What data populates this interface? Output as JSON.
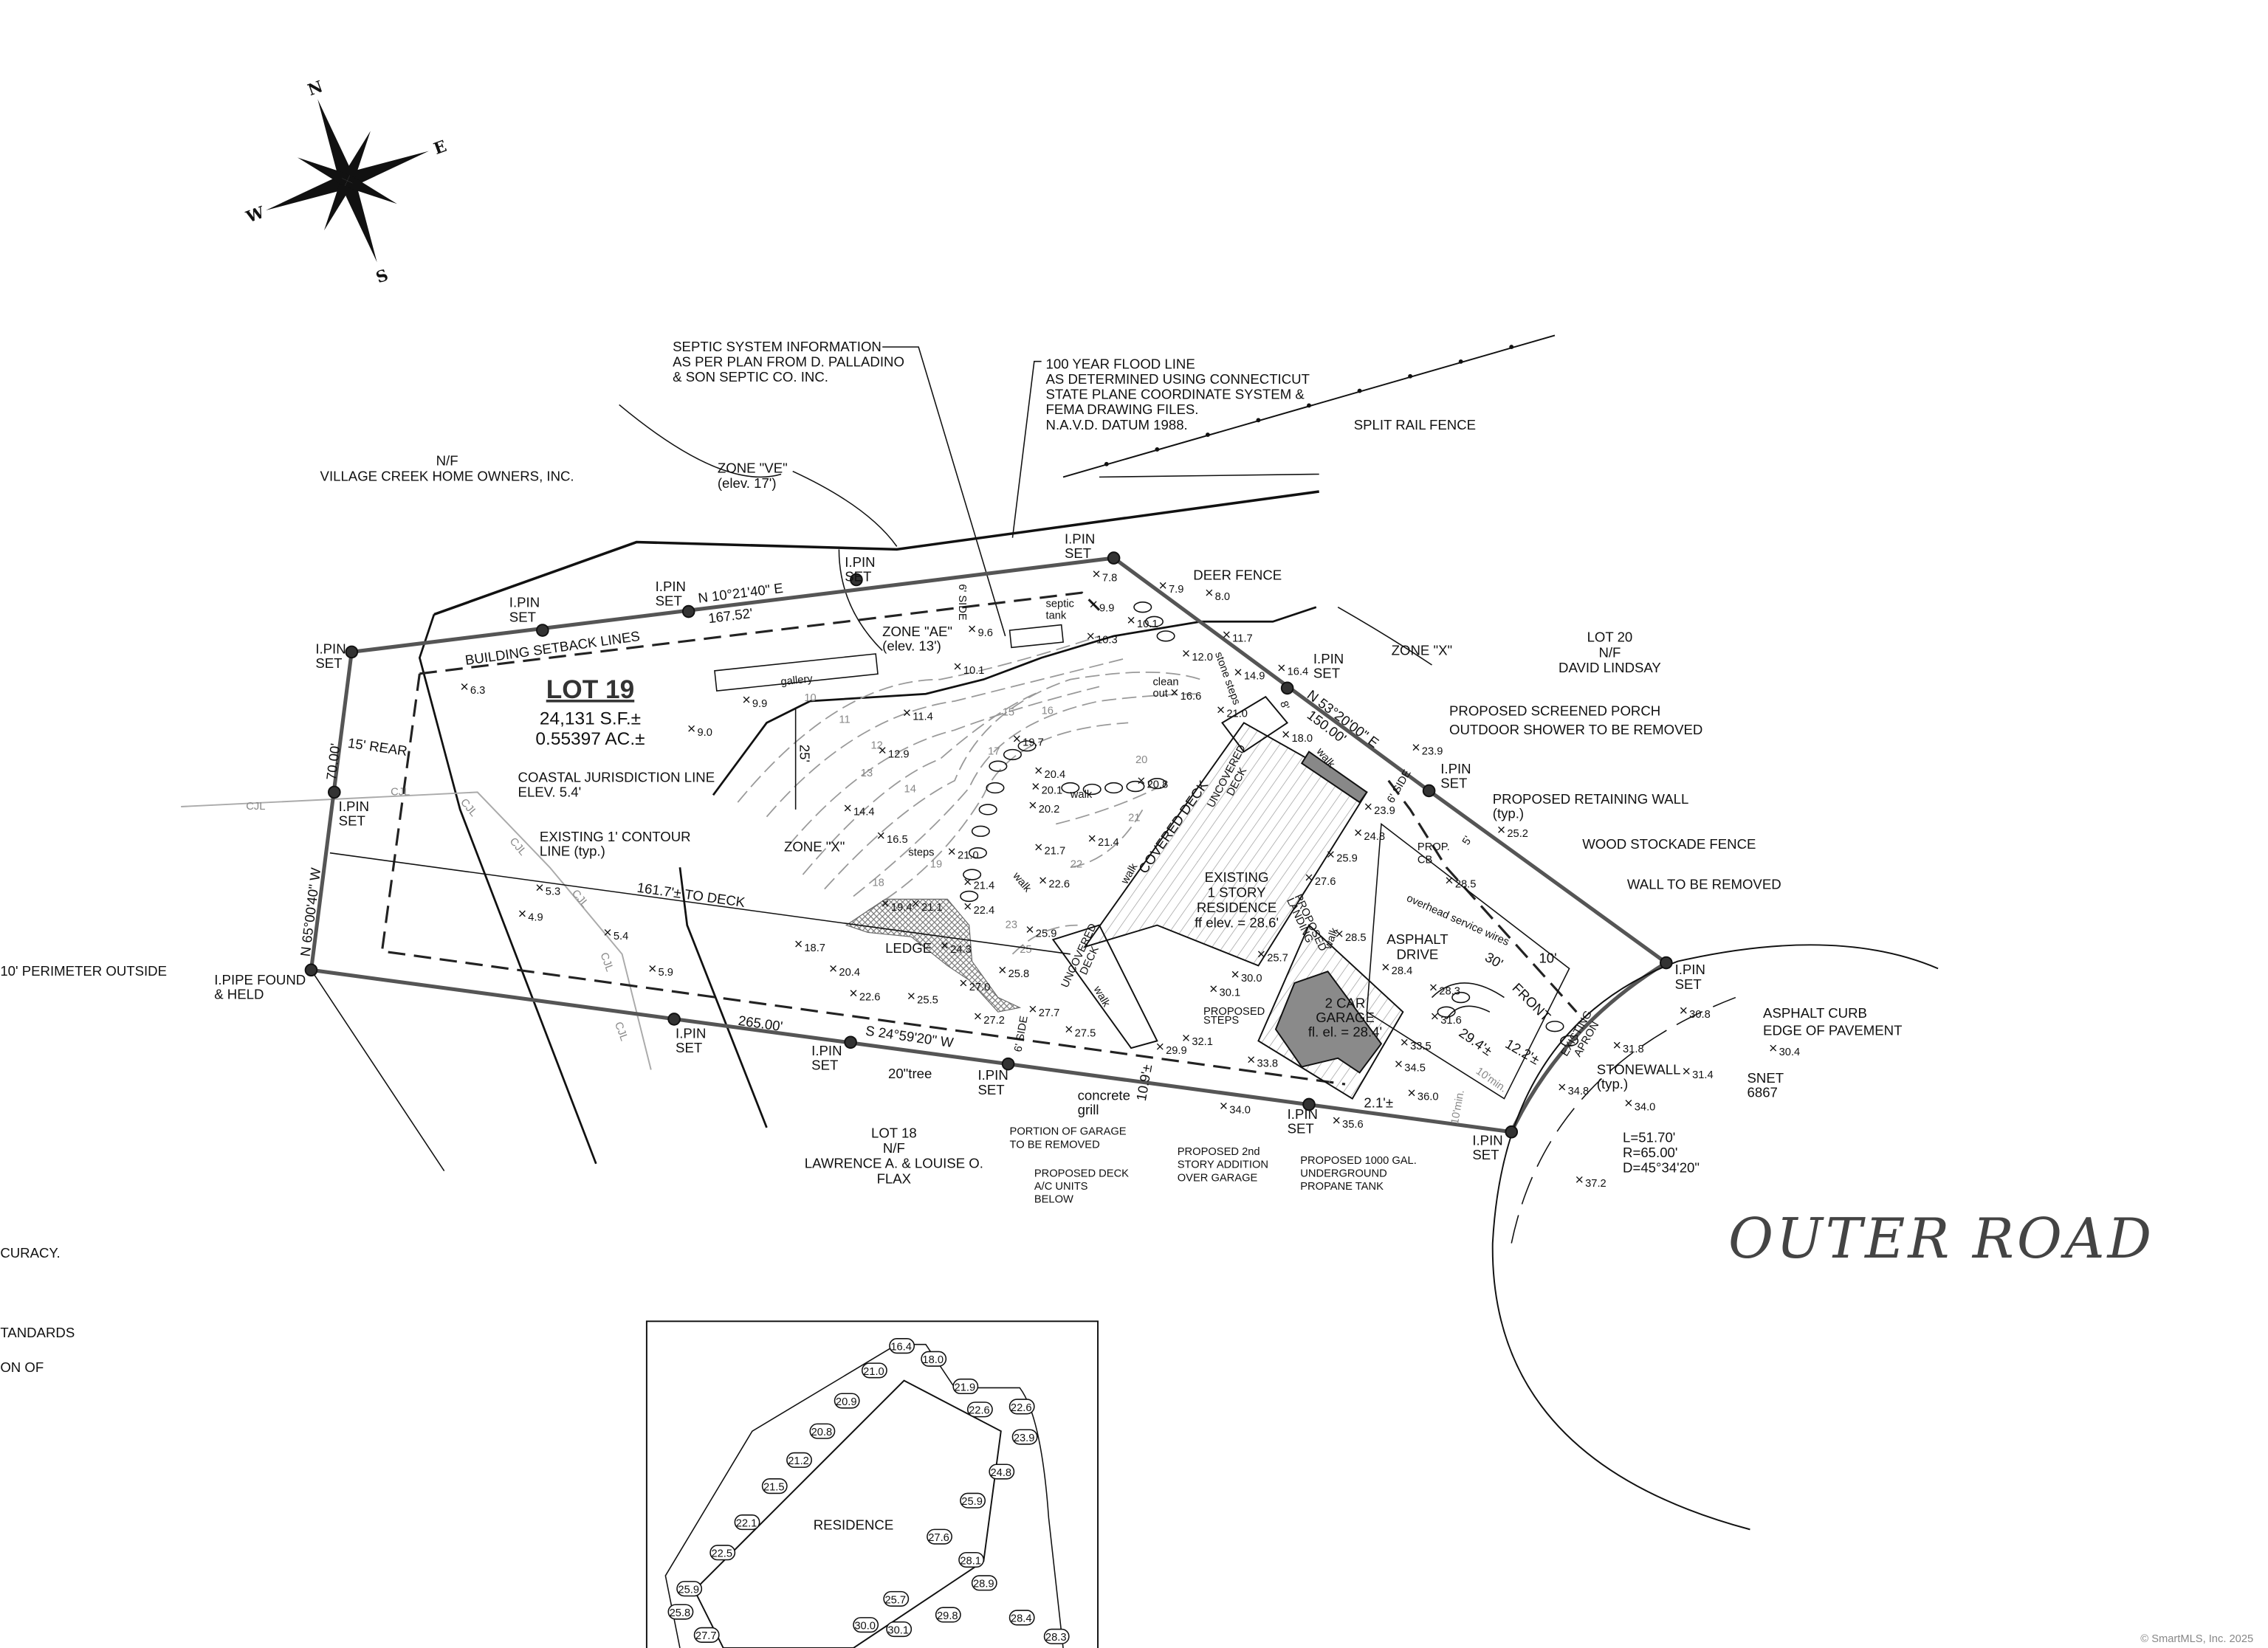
{
  "compass": {
    "n": "N",
    "e": "E",
    "s": "S",
    "w": "W"
  },
  "labels": {
    "septic_info": [
      "SEPTIC SYSTEM INFORMATION",
      "AS PER PLAN FROM D. PALLADINO",
      "& SON SEPTIC CO. INC."
    ],
    "flood_line": [
      "100 YEAR FLOOD LINE",
      "AS DETERMINED USING CONNECTICUT",
      "STATE PLANE COORDINATE SYSTEM &",
      "FEMA DRAWING FILES.",
      "N.A.V.D. DATUM 1988."
    ],
    "split_rail": [
      "SPLIT RAIL FENCE"
    ],
    "village_creek": [
      "N/F",
      "VILLAGE CREEK HOME OWNERS, INC."
    ],
    "zone_ve": [
      "ZONE \"VE\"",
      "(elev. 17')"
    ],
    "pin": [
      "I.PIN",
      "SET"
    ],
    "deer_fence": [
      "DEER FENCE"
    ],
    "zone_ae": [
      "ZONE \"AE\"",
      "(elev. 13')"
    ],
    "septic_tank": [
      "septic",
      "tank"
    ],
    "gallery": [
      "gallery"
    ],
    "lot19": [
      "LOT 19"
    ],
    "area": [
      "24,131 S.F.±",
      "0.55397 AC.±"
    ],
    "bsl": [
      "BUILDING SETBACK LINES"
    ],
    "north_bearing": [
      "N 10°21'40\" E"
    ],
    "north_dist": [
      "167.52'"
    ],
    "rear": [
      "15' REAR"
    ],
    "west_dist": [
      "70.00'"
    ],
    "west_bearing": [
      "N 65°00'40\" W"
    ],
    "cjl": [
      "COASTAL JURISDICTION LINE",
      "ELEV. 5.4'"
    ],
    "cjl_tag": [
      "CJL"
    ],
    "contour": [
      "EXISTING 1' CONTOUR",
      "LINE (typ.)"
    ],
    "zone_x": [
      "ZONE \"X\""
    ],
    "to_deck": [
      "161.7'± TO DECK"
    ],
    "ledge": [
      "LEDGE"
    ],
    "perimeter": [
      "10' PERIMETER OUTSIDE"
    ],
    "pipe": [
      "I.PIPE FOUND",
      "& HELD"
    ],
    "south_dist": [
      "265.00'"
    ],
    "south_bearing": [
      "S 24°59'20\" W"
    ],
    "tree": [
      "20\"tree"
    ],
    "concrete": [
      "concrete",
      "grill"
    ],
    "lot18": [
      "LOT 18",
      "N/F",
      "LAWRENCE A. & LOUISE O.",
      "FLAX"
    ],
    "portion_garage": [
      "PORTION OF GARAGE",
      "TO BE REMOVED"
    ],
    "prop_deck": [
      "PROPOSED DECK",
      "A/C UNITS",
      "BELOW"
    ],
    "prop_2nd": [
      "PROPOSED 2nd",
      "STORY ADDITION",
      "OVER GARAGE"
    ],
    "propane": [
      "PROPOSED 1000 GAL.",
      "UNDERGROUND",
      "PROPANE TANK"
    ],
    "curve": [
      "L=51.70'",
      "R=65.00'",
      "D=45°34'20\""
    ],
    "outer_road": [
      "OUTER ROAD"
    ],
    "snet": [
      "SNET",
      "6867"
    ],
    "stonewall": [
      "STONEWALL",
      "(typ.)"
    ],
    "asphalt_curb": [
      "ASPHALT CURB",
      "EDGE OF PAVEMENT"
    ],
    "wall_removed": [
      "WALL TO BE REMOVED"
    ],
    "wood_fence": [
      "WOOD STOCKADE FENCE"
    ],
    "retaining": [
      "PROPOSED RETAINING WALL",
      "(typ.)"
    ],
    "screened": [
      "PROPOSED SCREENED PORCH"
    ],
    "shower": [
      "OUTDOOR SHOWER TO BE REMOVED"
    ],
    "lot20": [
      "LOT 20",
      "N/F",
      "DAVID LINDSAY"
    ],
    "east_bearing": [
      "N 53°20'00\" E"
    ],
    "east_dist": [
      "150.00'"
    ],
    "residence": [
      "EXISTING",
      "1 STORY",
      "RESIDENCE",
      "ff elev. = 28.6'"
    ],
    "covered_deck": [
      "COVERED DECK"
    ],
    "uncovered": [
      "UNCOVERED",
      "DECK"
    ],
    "garage": [
      "2 CAR",
      "GARAGE",
      "fl. el. = 28.4'"
    ],
    "asphalt_drive": [
      "ASPHALT",
      "DRIVE"
    ],
    "prop_cb": [
      "PROP.",
      "CB"
    ],
    "overhead": [
      "overhead service wires"
    ],
    "front": [
      "FRONT"
    ],
    "apron": [
      "EXISTING",
      "APRON"
    ],
    "dim_30": [
      "30'"
    ],
    "dim_10": [
      "10'"
    ],
    "dim_122": [
      "12.2'±"
    ],
    "dim_294": [
      "29.4'±"
    ],
    "ten_min": [
      "10'min."
    ],
    "dim_21": [
      "2.1'±"
    ],
    "dim_109": [
      "10.9'±"
    ],
    "dim_25": [
      "25'"
    ],
    "side6": [
      "6' SIDE"
    ],
    "side5": [
      "5'"
    ],
    "side8": [
      "8'"
    ],
    "clean_out": [
      "clean",
      "out"
    ],
    "walk": [
      "walk"
    ],
    "steps": [
      "steps"
    ],
    "stone_steps": [
      "stone steps"
    ],
    "prop_steps": [
      "PROPOSED",
      "STEPS"
    ],
    "prop_landing": [
      "PROPOSED",
      "LANDING"
    ],
    "accuracy": [
      "CURACY."
    ],
    "standards": [
      "TANDARDS"
    ],
    "on_of": [
      "ON OF"
    ],
    "inset_residence": [
      "RESIDENCE"
    ],
    "watermark": [
      "© SmartMLS, Inc. 2025"
    ]
  },
  "contours": [
    "10",
    "11",
    "12",
    "13",
    "14",
    "15",
    "16",
    "17",
    "18",
    "19",
    "20",
    "21",
    "22",
    "23",
    "25"
  ],
  "spot_elevations": [
    "6.3",
    "9.0",
    "7.8",
    "7.9",
    "8.0",
    "9.9",
    "9.6",
    "10.3",
    "10.1",
    "10.1",
    "11.7",
    "12.0",
    "14.9",
    "16.4",
    "16.6",
    "21.0",
    "18.0",
    "11.4",
    "9.9",
    "12.9",
    "19.7",
    "20.4",
    "20.1",
    "20.8",
    "20.2",
    "14.4",
    "16.5",
    "21.0",
    "21.7",
    "21.4",
    "22.6",
    "21.4",
    "22.4",
    "19.4",
    "21.1",
    "18.7",
    "24.3",
    "20.4",
    "25.8",
    "25.9",
    "27.0",
    "22.6",
    "25.5",
    "27.2",
    "27.7",
    "27.5",
    "29.9",
    "32.1",
    "30.1",
    "30.0",
    "25.7",
    "27.6",
    "25.9",
    "24.8",
    "23.9",
    "23.9",
    "25.2",
    "28.5",
    "28.5",
    "28.4",
    "28.3",
    "31.6",
    "33.8",
    "33.5",
    "34.5",
    "36.0",
    "34.0",
    "35.6",
    "31.8",
    "30.8",
    "30.4",
    "31.4",
    "34.8",
    "34.0",
    "37.2",
    "5.3",
    "4.9",
    "5.4",
    "5.9"
  ],
  "inset_elevations": [
    "16.4",
    "18.0",
    "21.0",
    "21.9",
    "20.9",
    "22.6",
    "22.6",
    "20.8",
    "23.9",
    "21.2",
    "24.8",
    "21.5",
    "25.9",
    "22.1",
    "27.6",
    "22.5",
    "28.1",
    "25.9",
    "28.9",
    "25.8",
    "25.7",
    "28.4",
    "27.7",
    "29.8",
    "30.0",
    "30.1",
    "28.3"
  ],
  "colors": {
    "ink": "#111111",
    "boundary": "#555555",
    "contour": "#999999",
    "garage": "#8a8a8a",
    "road_text": "#444444"
  }
}
